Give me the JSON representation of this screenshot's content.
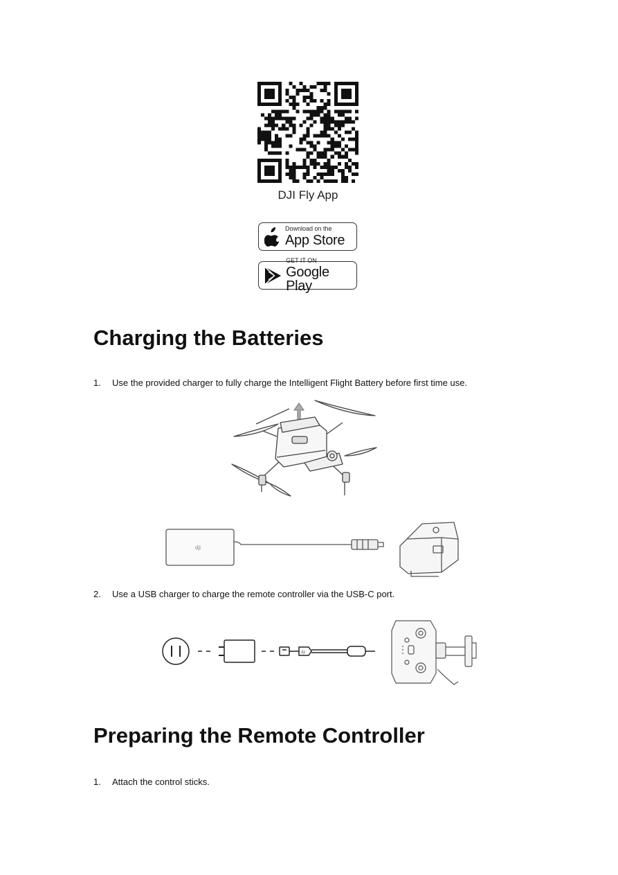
{
  "app": {
    "name": "DJI Fly App",
    "appstore": {
      "small": "Download on the",
      "big": "App Store",
      "icon": "apple-icon"
    },
    "googleplay": {
      "small": "GET IT ON",
      "big": "Google Play",
      "icon": "google-play-icon"
    }
  },
  "sections": {
    "charging": {
      "title": "Charging the Batteries",
      "steps": [
        {
          "num": "1.",
          "text": "Use the provided charger to fully charge the Intelligent Flight Battery before first time use."
        },
        {
          "num": "2.",
          "text": "Use a USB charger to charge the remote controller via the USB-C port."
        }
      ]
    },
    "remote": {
      "title": "Preparing the Remote Controller",
      "steps": [
        {
          "num": "1.",
          "text": "Attach the control sticks."
        }
      ]
    }
  }
}
